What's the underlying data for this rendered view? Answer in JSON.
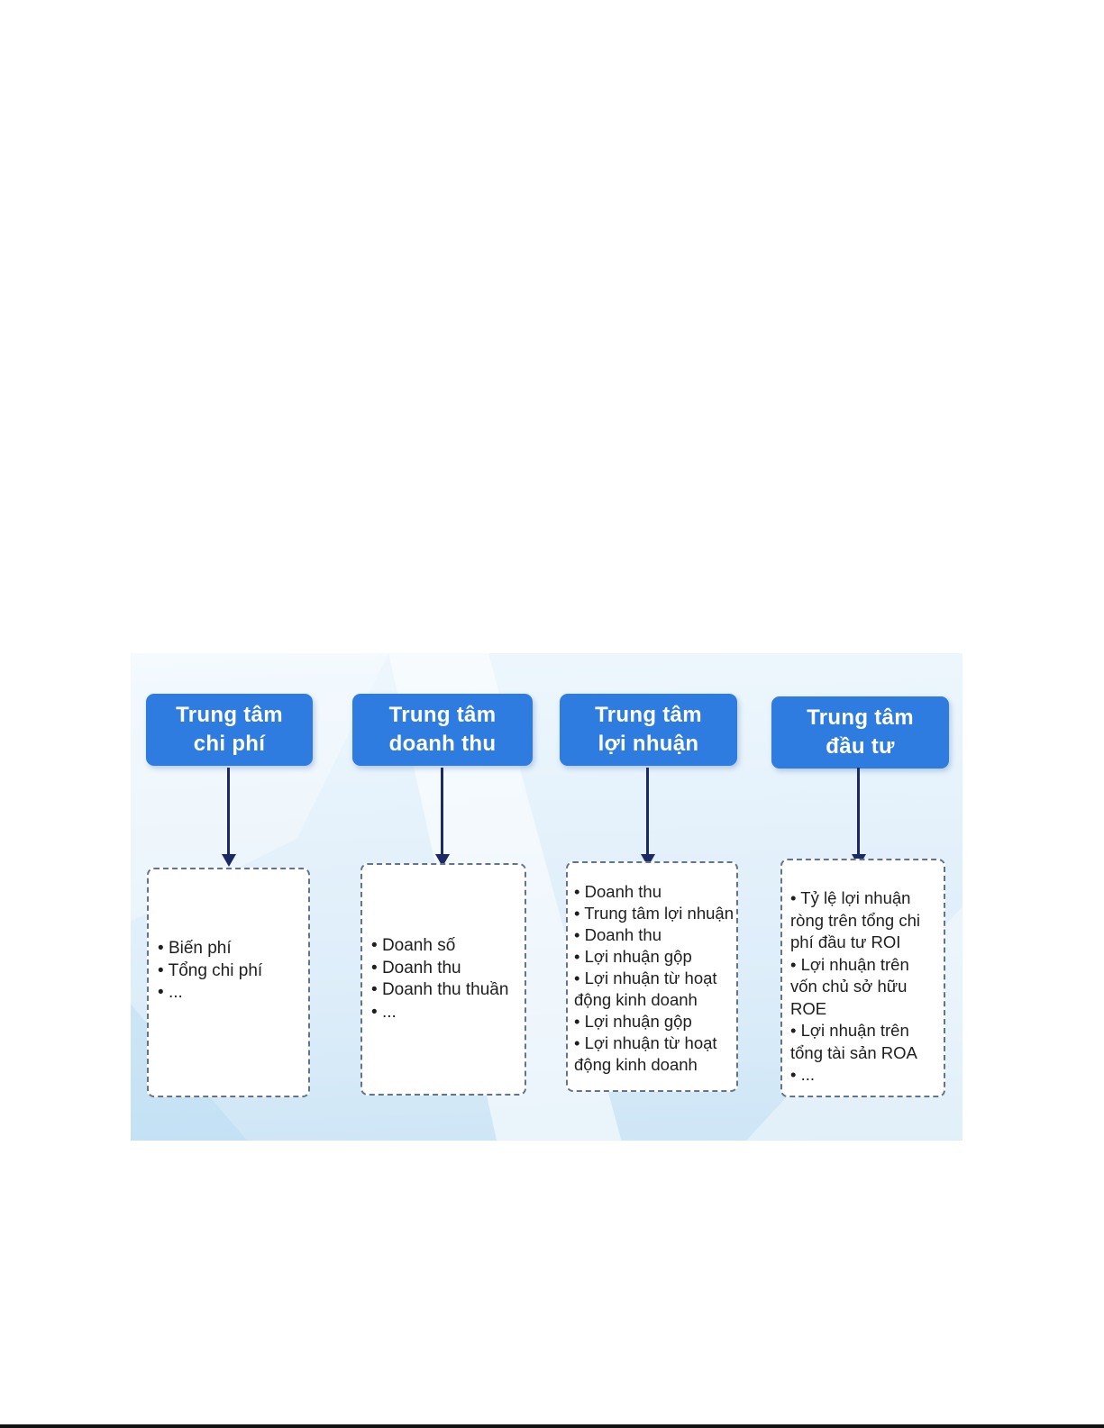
{
  "diagram": {
    "bullet": "•",
    "colors": {
      "header_blue": "#2e7cdf",
      "header_text": "#ffffff",
      "arrow_navy": "#1c2a63",
      "dashed_border": "#61748a",
      "band_blue": "#dcedf9"
    },
    "columns": [
      {
        "header": {
          "line1": "Trung tâm",
          "line2": "chi phí"
        },
        "items": [
          "Biến phí",
          "Tổng chi phí",
          "..."
        ]
      },
      {
        "header": {
          "line1": "Trung tâm",
          "line2": "doanh thu"
        },
        "items": [
          "Doanh số",
          "Doanh thu",
          "Doanh thu thuần",
          "..."
        ]
      },
      {
        "header": {
          "line1": "Trung tâm",
          "line2": "lợi nhuận"
        },
        "items": [
          "Doanh thu",
          "Trung tâm lợi nhuận",
          "Doanh thu",
          "Lợi nhuận gộp",
          "Lợi nhuận từ hoạt động kinh doanh",
          "Lợi nhuận gộp",
          "Lợi nhuận từ hoạt động kinh doanh"
        ]
      },
      {
        "header": {
          "line1": "Trung tâm",
          "line2": "đầu tư"
        },
        "items": [
          "Tỷ lệ lợi nhuận ròng trên tổng chi phí đầu tư ROI",
          "Lợi nhuận trên vốn chủ sở hữu ROE",
          "Lợi nhuận trên tổng tài sản ROA",
          "..."
        ]
      }
    ]
  }
}
